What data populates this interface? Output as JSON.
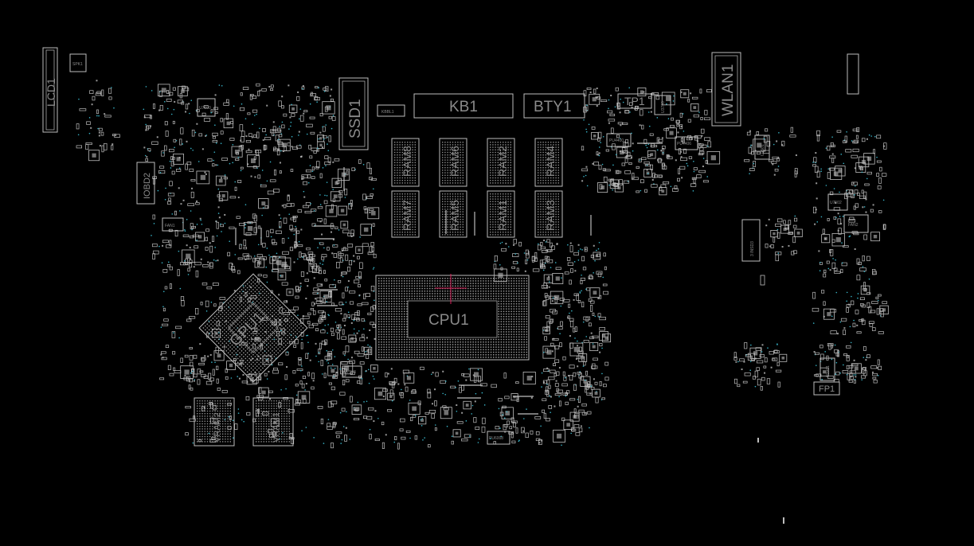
{
  "colors": {
    "background": "#000000",
    "silkscreen": "#bdbdbd",
    "label": "#8a8a8a",
    "via": "#38b4c8",
    "crosshair": "#d8205a"
  },
  "components": {
    "lcd1": "LCD1",
    "spk1": "SPK1",
    "iobd2": "IOBD2",
    "fan1": "FAN1",
    "ssd1": "SSD1",
    "kbbl1": "KBBL1",
    "kb1": "KB1",
    "bty1": "BTY1",
    "tp1": "TP1",
    "wlan1": "WLAN1",
    "ram8": "RAM8",
    "ram6": "RAM6",
    "ram2": "RAM2",
    "ram4": "RAM4",
    "ram7": "RAM7",
    "ram5": "RAM5",
    "ram1": "RAM1",
    "ram3": "RAM3",
    "gpu1": "GPU1",
    "cpu1": "CPU1",
    "vram2": "VRAM2",
    "vram1": "VRAM1",
    "fan2": "FAN2",
    "fp1": "FP1",
    "u7502": "U7502",
    "u7503": "U7503",
    "u2501": "U2501",
    "u2901": "U2901",
    "u3700": "U3700",
    "pu4400": "PU4400",
    "pu4406": "PU4406",
    "pu6008": "PU6008",
    "u7600": "U7600",
    "u7800": "U7800",
    "sd1": "3 INSD3"
  }
}
